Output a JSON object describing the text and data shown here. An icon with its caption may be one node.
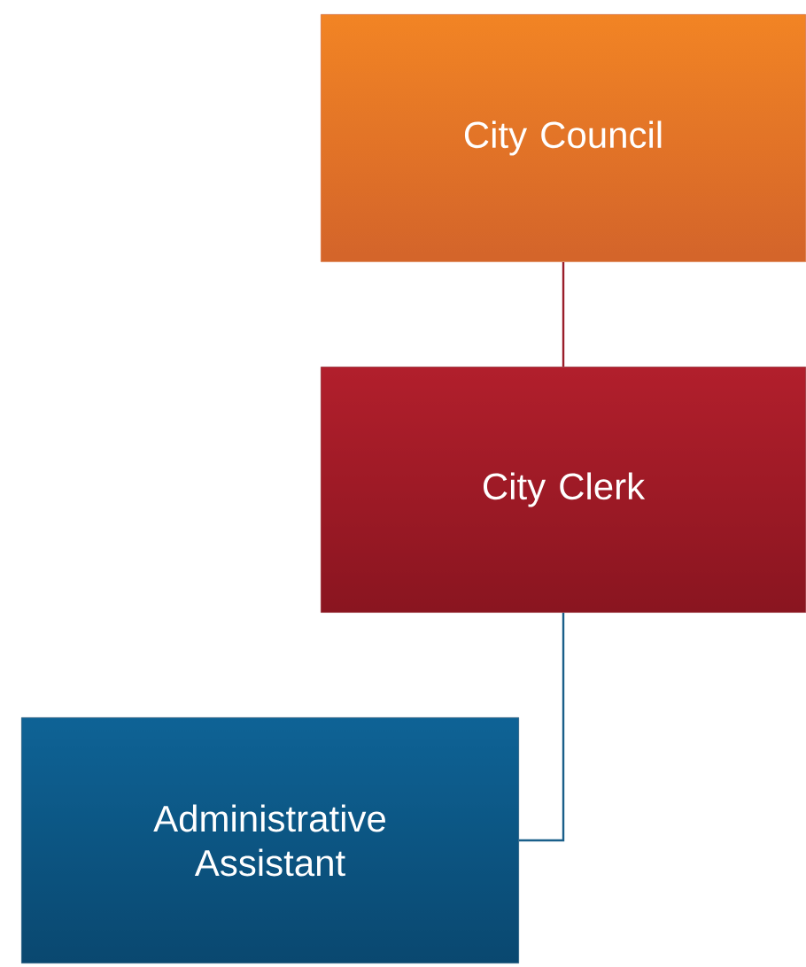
{
  "diagram": {
    "nodes": [
      {
        "text": [
          "City Council"
        ]
      },
      {
        "text": [
          "City Clerk"
        ]
      },
      {
        "text": [
          "Administrative Assistant"
        ]
      }
    ],
    "edges": [
      {
        "from": 0,
        "to": 1,
        "arrow": "none",
        "color": "#9a1e2a"
      },
      {
        "from": 1,
        "to": 2,
        "arrow": "none",
        "color": "#1a5f8a"
      }
    ]
  }
}
